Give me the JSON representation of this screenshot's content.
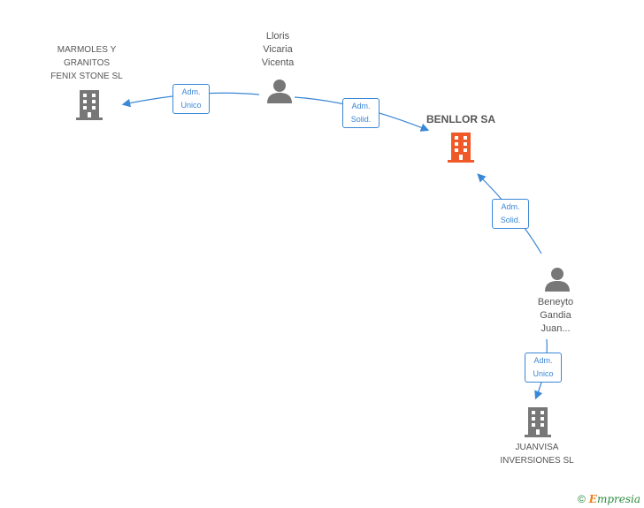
{
  "nodes": {
    "marmoles": {
      "line1": "MARMOLES Y",
      "line2": "GRANITOS",
      "line3": "FENIX STONE SL"
    },
    "lloris": {
      "line1": "Lloris",
      "line2": "Vicaria",
      "line3": "Vicenta"
    },
    "benllor": {
      "name": "BENLLOR SA"
    },
    "beneyto": {
      "line1": "Beneyto",
      "line2": "Gandia",
      "line3": "Juan..."
    },
    "juanvisa": {
      "line1": "JUANVISA",
      "line2": "INVERSIONES SL"
    }
  },
  "edges": {
    "e1": {
      "line1": "Adm.",
      "line2": "Unico"
    },
    "e2": {
      "line1": "Adm.",
      "line2": "Solid."
    },
    "e3": {
      "line1": "Adm.",
      "line2": "Solid."
    },
    "e4": {
      "line1": "Adm.",
      "line2": "Unico"
    }
  },
  "footer": {
    "copyright": "©",
    "brand_initial": "E",
    "brand_rest": "mpresia"
  },
  "colors": {
    "edge": "#3a87d6",
    "main_company": "#f05a28",
    "company": "#777777",
    "person": "#777777"
  }
}
